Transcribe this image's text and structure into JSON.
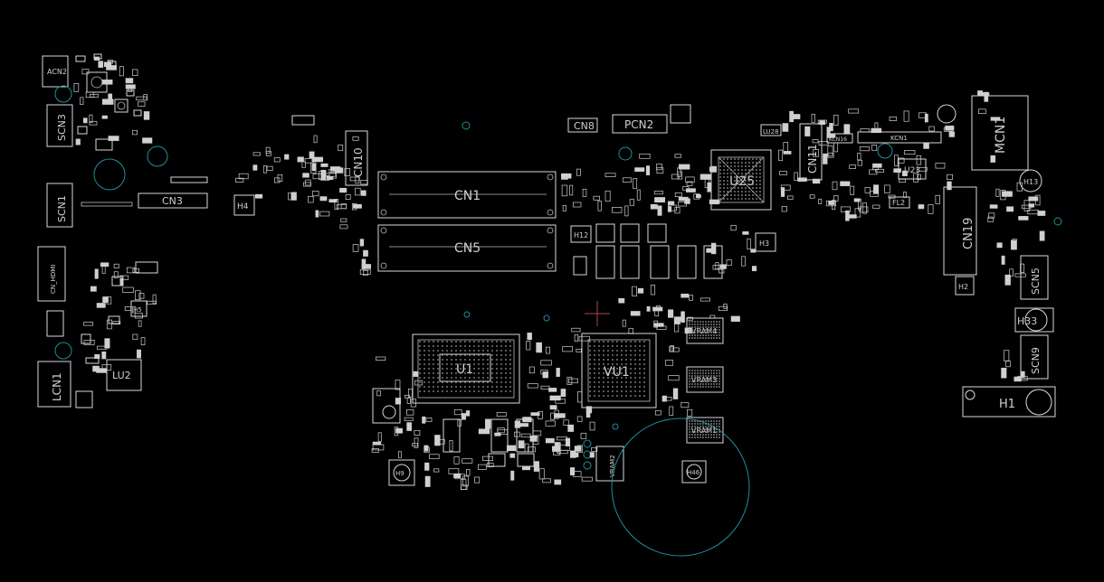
{
  "board": {
    "background": "#000000",
    "silkscreen_color": "#d9d9d9",
    "hole_color": "#1e8f9a"
  },
  "labels": {
    "acn2": "ACN2",
    "scn3": "SCN3",
    "scn1": "SCN1",
    "cn_hdmi": "CN_HDMI",
    "lcn1": "LCN1",
    "lu2": "LU2",
    "h5": "H5",
    "h4": "H4",
    "cn3": "CN3",
    "cn10": "CN10",
    "cn1": "CN1",
    "cn5": "CN5",
    "cn8": "CN8",
    "pcn2": "PCN2",
    "u25": "U25",
    "cn11": "CN11",
    "kcn1": "KCN1",
    "kcn16": "KCN16",
    "lu28": "LU28",
    "u23": "U23",
    "mcn1": "MCN1",
    "h13": "H13",
    "cn19": "CN19",
    "h2": "H2",
    "scn5": "SCN5",
    "h33": "H33",
    "scn9": "SCN9",
    "h1": "H1",
    "u1": "U1",
    "vu1": "VU1",
    "vram4": "VRAM4",
    "vram3": "VRAM3",
    "vram1": "VRAM1",
    "vram2": "VRAM2",
    "h12": "H12",
    "h3": "H3",
    "h46": "H46",
    "h9": "H9",
    "fl2": "FL2"
  }
}
